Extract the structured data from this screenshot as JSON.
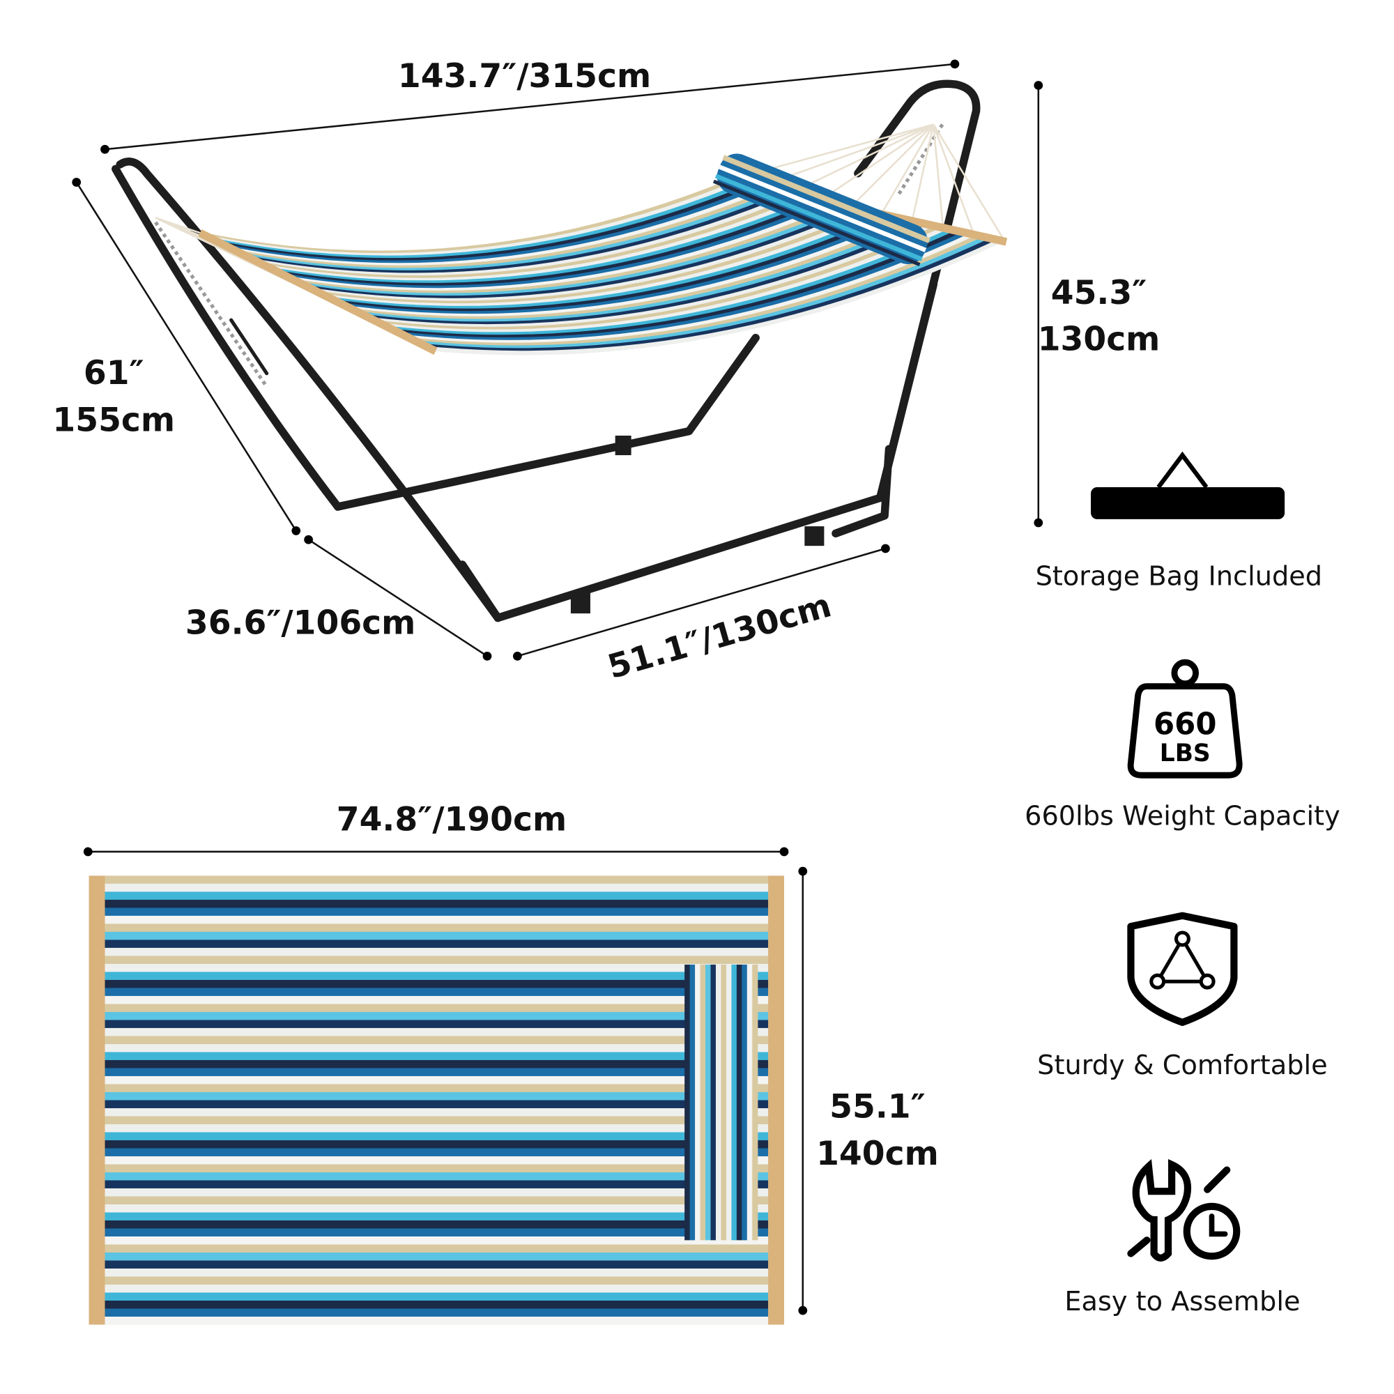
{
  "dimensions": {
    "total_length": "143.7″/315cm",
    "height_in": "45.3″",
    "height_cm": "130cm",
    "diagonal_in": "61″",
    "diagonal_cm": "155cm",
    "base_width": "36.6″/106cm",
    "base_length": "51.1″/130cm",
    "bed_length": "74.8″/190cm",
    "bed_width_in": "55.1″",
    "bed_width_cm": "140cm"
  },
  "features": [
    {
      "icon": "storage-bag-icon",
      "label": "Storage Bag Included"
    },
    {
      "icon": "weight-icon",
      "label": "660lbs Weight Capacity",
      "badge_number": "660",
      "badge_unit": "LBS"
    },
    {
      "icon": "shield-icon",
      "label": "Sturdy & Comfortable"
    },
    {
      "icon": "tools-clock-icon",
      "label": "Easy to Assemble"
    }
  ],
  "colors": {
    "frame": "#1e1e1e",
    "spreader_wood": "#d9b27c",
    "stripes": [
      "#d8c9a0",
      "#eef0ee",
      "#3fb6d8",
      "#1c2b48",
      "#1b6ea8",
      "#f4f4f2",
      "#d8c9a0",
      "#5bc4e2",
      "#17345e",
      "#eef0ee"
    ]
  }
}
